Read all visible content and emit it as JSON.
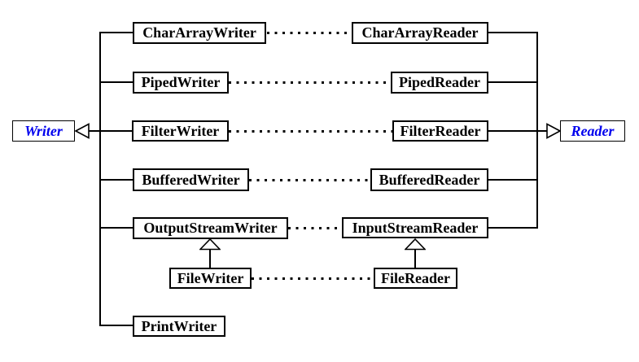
{
  "nodes": {
    "writer": {
      "label": "Writer"
    },
    "reader": {
      "label": "Reader"
    },
    "char_array_writer": {
      "label": "CharArrayWriter"
    },
    "char_array_reader": {
      "label": "CharArrayReader"
    },
    "piped_writer": {
      "label": "PipedWriter"
    },
    "piped_reader": {
      "label": "PipedReader"
    },
    "filter_writer": {
      "label": "FilterWriter"
    },
    "filter_reader": {
      "label": "FilterReader"
    },
    "buffered_writer": {
      "label": "BufferedWriter"
    },
    "buffered_reader": {
      "label": "BufferedReader"
    },
    "output_stream_writer": {
      "label": "OutputStreamWriter"
    },
    "input_stream_reader": {
      "label": "InputStreamReader"
    },
    "file_writer": {
      "label": "FileWriter"
    },
    "file_reader": {
      "label": "FileReader"
    },
    "print_writer": {
      "label": "PrintWriter"
    }
  },
  "edges": {
    "inheritance": [
      {
        "child": "CharArrayWriter",
        "parent": "Writer"
      },
      {
        "child": "PipedWriter",
        "parent": "Writer"
      },
      {
        "child": "FilterWriter",
        "parent": "Writer"
      },
      {
        "child": "BufferedWriter",
        "parent": "Writer"
      },
      {
        "child": "OutputStreamWriter",
        "parent": "Writer"
      },
      {
        "child": "PrintWriter",
        "parent": "Writer"
      },
      {
        "child": "FileWriter",
        "parent": "OutputStreamWriter"
      },
      {
        "child": "CharArrayReader",
        "parent": "Reader"
      },
      {
        "child": "PipedReader",
        "parent": "Reader"
      },
      {
        "child": "FilterReader",
        "parent": "Reader"
      },
      {
        "child": "BufferedReader",
        "parent": "Reader"
      },
      {
        "child": "InputStreamReader",
        "parent": "Reader"
      },
      {
        "child": "FileReader",
        "parent": "InputStreamReader"
      }
    ],
    "dotted_pairs": [
      [
        "CharArrayWriter",
        "CharArrayReader"
      ],
      [
        "PipedWriter",
        "PipedReader"
      ],
      [
        "FilterWriter",
        "FilterReader"
      ],
      [
        "BufferedWriter",
        "BufferedReader"
      ],
      [
        "OutputStreamWriter",
        "InputStreamReader"
      ],
      [
        "FileWriter",
        "FileReader"
      ]
    ]
  },
  "colors": {
    "abstract_text": "#0000ee",
    "class_text": "#000000",
    "line": "#000000",
    "box_fill": "#ffffff",
    "background": "#ffffff"
  }
}
